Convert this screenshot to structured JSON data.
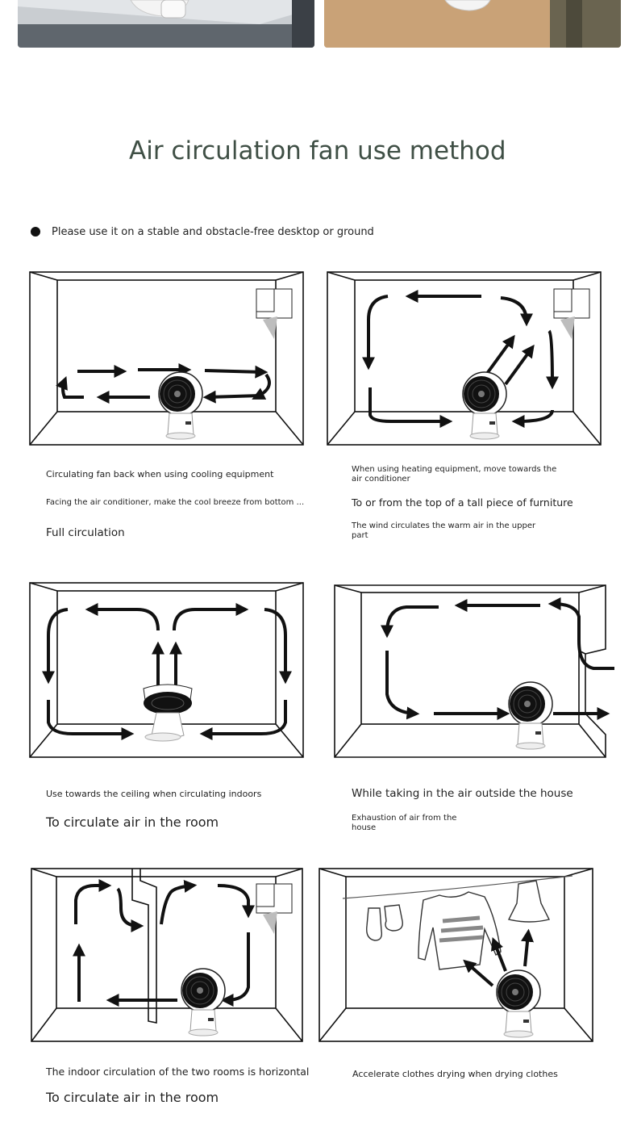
{
  "heading": {
    "title": "Air circulation fan use method",
    "instruction": "Please use it on a stable and obstacle-free desktop or ground"
  },
  "panels": [
    {
      "captions": [
        "Circulating fan back when using cooling equipment",
        "Facing the air conditioner, make the cool breeze from bottom ...",
        "Full circulation"
      ]
    },
    {
      "captions": [
        "When using heating equipment, move towards the air conditioner",
        "To or from the top of a tall piece of furniture",
        "The wind circulates the warm air in the upper part"
      ]
    },
    {
      "captions": [
        "Use towards the ceiling when circulating indoors",
        "To circulate air in the room"
      ]
    },
    {
      "captions": [
        "While taking in the air outside the house",
        "Exhaustion of air from the house"
      ]
    },
    {
      "captions": [
        "The indoor circulation of the two rooms is horizontal",
        "To circulate air in the room"
      ]
    },
    {
      "captions": [
        "Accelerate clothes drying when drying clothes"
      ]
    }
  ],
  "colors": {
    "title": "#3f4f45",
    "line": "#111111",
    "ac_shadow": "#bdbdbd"
  },
  "icons": [
    "fan-icon",
    "air-conditioner-icon",
    "airflow-arrow-icon",
    "clothes-icon"
  ]
}
